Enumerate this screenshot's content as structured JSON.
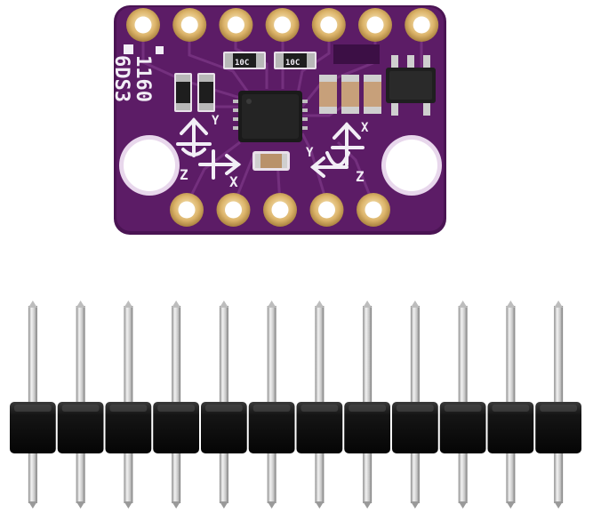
{
  "board": {
    "silkscreen": {
      "part_line1": "1160",
      "part_line2": "6DS3",
      "axis_x": "X",
      "axis_y": "Y",
      "axis_z": "Z",
      "resistor_code": "10C"
    },
    "colors": {
      "pcb": "#5a1b63",
      "pcb_edge": "#4a1453",
      "pad_gold": "#d9b56a",
      "silkscreen": "#f2eef6",
      "chip": "#1b1b1b",
      "header_plastic": "#141414",
      "pin_metal": "#c9c9c9"
    },
    "top_pad_count": 7,
    "bottom_pad_count": 5
  },
  "header": {
    "pin_count": 12
  }
}
